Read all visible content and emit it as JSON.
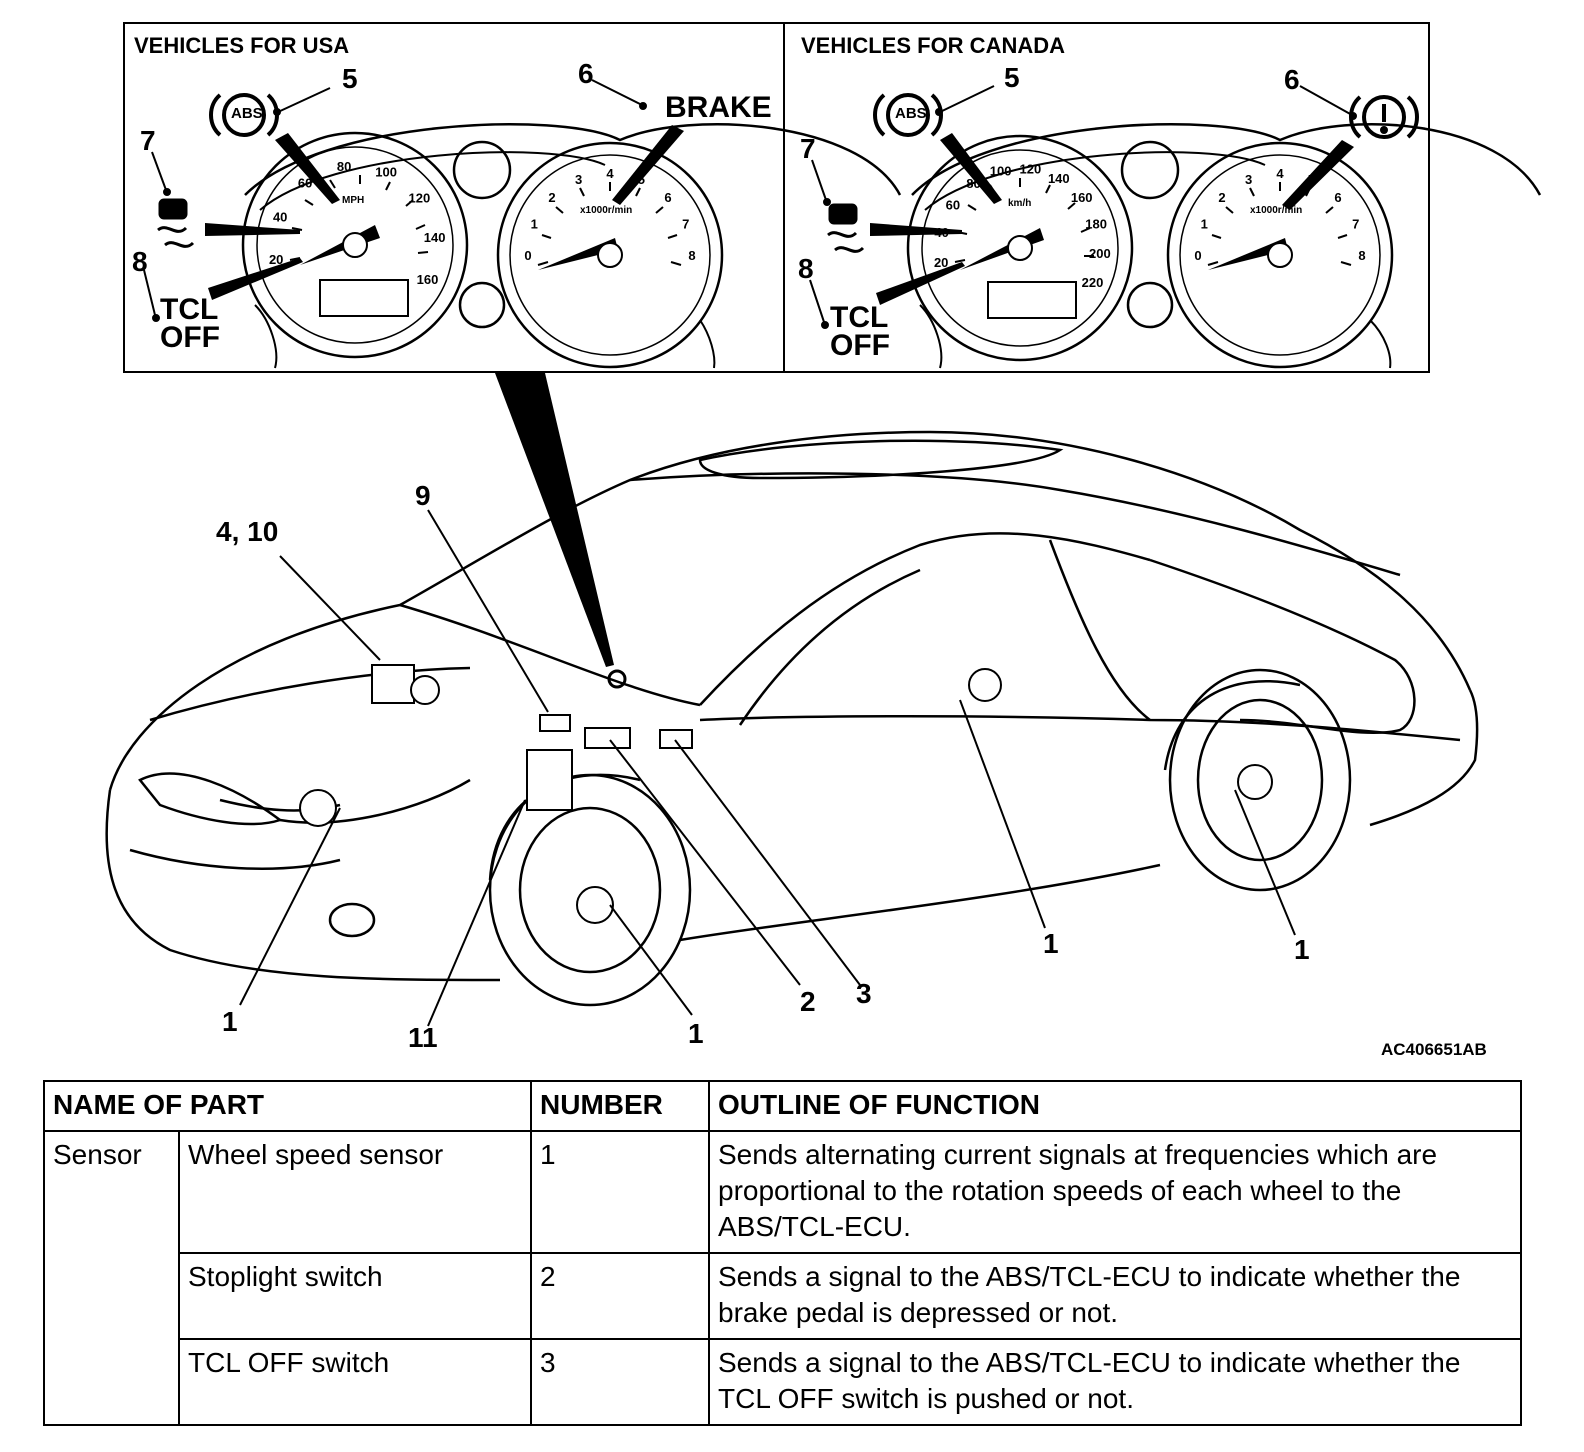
{
  "panels": {
    "usa_title": "VEHICLES FOR USA",
    "canada_title": "VEHICLES FOR CANADA",
    "usa": {
      "abs": "ABS",
      "brake": "BRAKE",
      "tcl": "TCL",
      "off": "OFF",
      "speedo_unit": "MPH",
      "tacho_unit": "x1000r/min",
      "speedo_ticks": [
        "20",
        "40",
        "60",
        "80",
        "100",
        "120",
        "140",
        "160"
      ],
      "tacho_ticks": [
        "0",
        "1",
        "2",
        "3",
        "4",
        "5",
        "6",
        "7",
        "8"
      ]
    },
    "canada": {
      "abs": "ABS",
      "tcl": "TCL",
      "off": "OFF",
      "speedo_unit": "km/h",
      "tacho_unit": "x1000r/min",
      "speedo_ticks": [
        "20",
        "40",
        "60",
        "80",
        "100",
        "120",
        "140",
        "160",
        "180",
        "200",
        "220"
      ],
      "tacho_ticks": [
        "0",
        "1",
        "2",
        "3",
        "4",
        "5",
        "6",
        "7",
        "8"
      ]
    }
  },
  "callouts": {
    "usa": [
      "5",
      "6",
      "7",
      "8"
    ],
    "canada": [
      "5",
      "6",
      "7",
      "8"
    ],
    "car": {
      "c4_10": "4, 10",
      "c9": "9",
      "c1_front_left": "1",
      "c11": "11",
      "c1_front_wheel": "1",
      "c2": "2",
      "c3": "3",
      "c1_mid": "1",
      "c1_rear": "1"
    }
  },
  "figure_id": "AC406651AB",
  "table": {
    "headers": [
      "NAME OF PART",
      "NUMBER",
      "OUTLINE OF FUNCTION"
    ],
    "group": "Sensor",
    "rows": [
      {
        "name": "Wheel speed sensor",
        "number": "1",
        "function": "Sends alternating current signals at frequencies which are proportional to the rotation speeds of each wheel to the ABS/TCL-ECU."
      },
      {
        "name": "Stoplight switch",
        "number": "2",
        "function": "Sends a signal to the ABS/TCL-ECU to indicate whether the brake pedal is depressed or not."
      },
      {
        "name": "TCL OFF switch",
        "number": "3",
        "function": "Sends a signal to the ABS/TCL-ECU to indicate whether the TCL OFF switch is pushed or not."
      }
    ]
  }
}
